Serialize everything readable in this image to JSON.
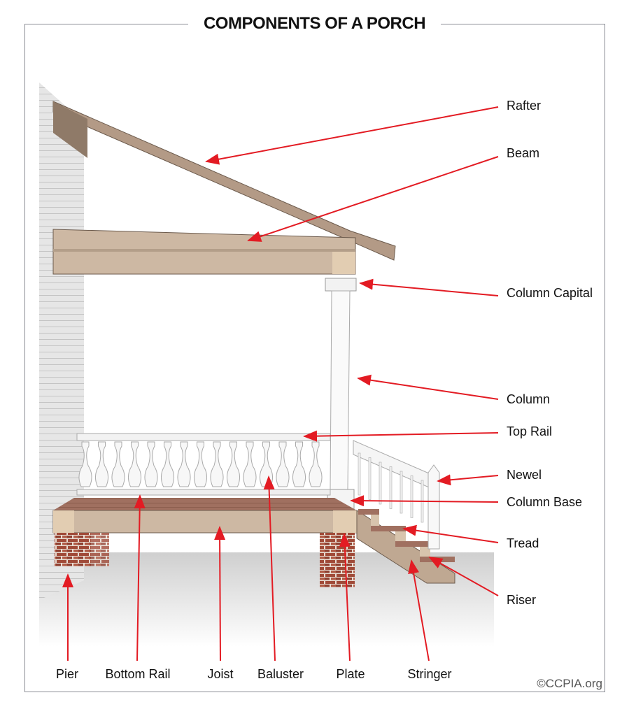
{
  "title": "COMPONENTS OF A PORCH",
  "copyright": "©CCPIA.org",
  "colors": {
    "arrow": "#e31b23",
    "wood": "#c8b39b",
    "brick": "#9a4a3a",
    "frame": "#8a8d94"
  },
  "labels_right": [
    "Rafter",
    "Beam",
    "Column Capital",
    "Column",
    "Top Rail",
    "Newel",
    "Column Base",
    "Tread",
    "Riser"
  ],
  "labels_bottom": [
    "Pier",
    "Bottom Rail",
    "Joist",
    "Baluster",
    "Plate",
    "Stringer"
  ]
}
